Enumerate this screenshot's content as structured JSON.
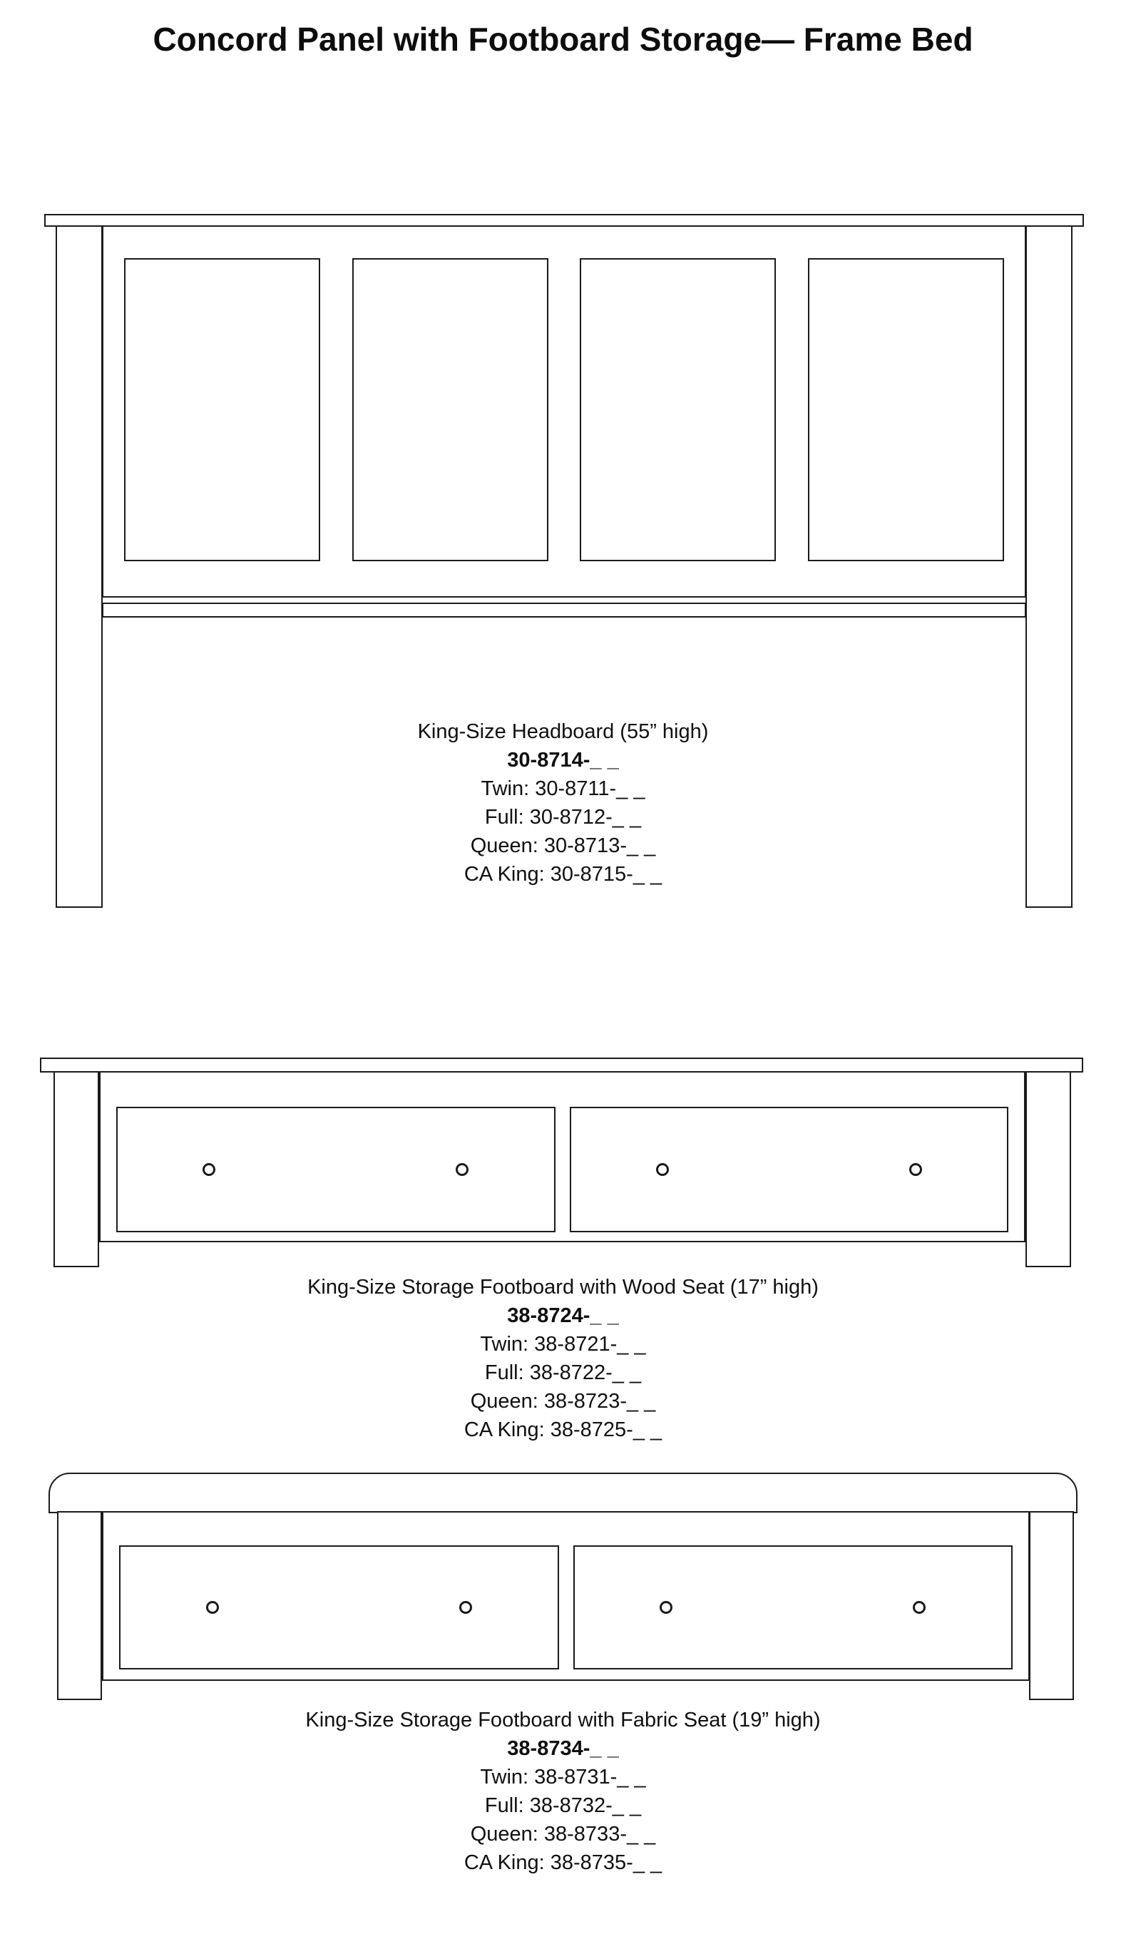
{
  "title": "Concord Panel with Footboard Storage— Frame Bed",
  "sections": {
    "headboard": {
      "caption": "King-Size Headboard (55” high)",
      "item": "30-8714-_ _",
      "variants": {
        "twin": "Twin: 30-8711-_ _",
        "full": "Full: 30-8712-_ _",
        "queen": "Queen: 30-8713-_ _",
        "ca_king": "CA King: 30-8715-_ _"
      }
    },
    "footboard_wood": {
      "caption": "King-Size Storage Footboard with Wood Seat (17” high)",
      "item": "38-8724-_ _",
      "variants": {
        "twin": "Twin: 38-8721-_ _",
        "full": "Full: 38-8722-_ _",
        "queen": "Queen: 38-8723-_ _",
        "ca_king": "CA King: 38-8725-_ _"
      }
    },
    "footboard_fabric": {
      "caption": "King-Size Storage Footboard with Fabric Seat (19” high)",
      "item": "38-8734-_ _",
      "variants": {
        "twin": "Twin: 38-8731-_ _",
        "full": "Full: 38-8732-_ _",
        "queen": "Queen: 38-8733-_ _",
        "ca_king": "CA King: 38-8735-_ _"
      }
    }
  }
}
